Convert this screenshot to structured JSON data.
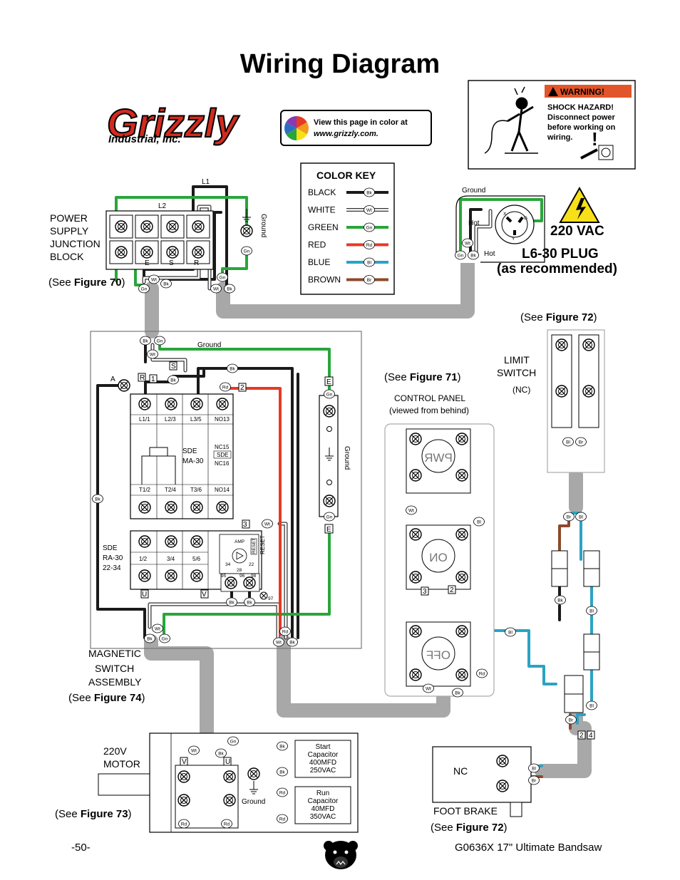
{
  "page": {
    "title": "Wiring Diagram",
    "page_number": "-50-",
    "footer_model": "G0636X 17\" Ultimate Bandsaw"
  },
  "logo": {
    "brand": "Grizzly",
    "sub": "Industrial, Inc."
  },
  "color_note": {
    "line1": "View this page in color at",
    "line2": "www.grizzly.com."
  },
  "warning": {
    "header": "WARNING!",
    "lines": [
      "SHOCK HAZARD!",
      "Disconnect power",
      "before working on",
      "wiring."
    ]
  },
  "color_key": {
    "title": "COLOR KEY",
    "items": [
      {
        "name": "BLACK",
        "abbr": "Bk",
        "color": "#1a1a1a"
      },
      {
        "name": "WHITE",
        "abbr": "Wt",
        "color": "#ffffff"
      },
      {
        "name": "GREEN",
        "abbr": "Gn",
        "color": "#2aa53a"
      },
      {
        "name": "RED",
        "abbr": "Rd",
        "color": "#e63a24"
      },
      {
        "name": "BLUE",
        "abbr": "Bl",
        "color": "#2aa3c4"
      },
      {
        "name": "BROWN",
        "abbr": "Br",
        "color": "#8b4a2b"
      }
    ]
  },
  "junction": {
    "title_lines": [
      "POWER",
      "SUPPLY",
      "JUNCTION",
      "BLOCK"
    ],
    "see": "See ",
    "figure": "Figure 70",
    "L1": "L1",
    "L2": "L2",
    "E": "E",
    "S": "S",
    "R": "R",
    "ground": "Ground"
  },
  "plug": {
    "voltage": "220 VAC",
    "name": "L6-30 PLUG",
    "note": "(as recommended)",
    "ground": "Ground",
    "hot1": "Hot",
    "hot2": "Hot",
    "pins": [
      "X",
      "G",
      "Y"
    ]
  },
  "magnetic": {
    "title_lines": [
      "MAGNETIC",
      "SWITCH",
      "ASSEMBLY"
    ],
    "see": "See ",
    "figure": "Figure 74",
    "ground": "Ground",
    "A": "A",
    "R": "R",
    "S": "S",
    "one": "1",
    "two": "2",
    "three": "3",
    "contactor_top": [
      "L1/1",
      "L2/3",
      "L3/5",
      "NO13"
    ],
    "contactor_bottom": [
      "T1/2",
      "T2/4",
      "T3/6",
      "NO14"
    ],
    "contactor_model": [
      "SDE",
      "MA-30"
    ],
    "nc15": "NC15",
    "sde": "SDE",
    "nc16": "NC16",
    "relay_model": [
      "SDE",
      "RA-30",
      "22-34"
    ],
    "relay_terms": [
      "1/2",
      "3/4",
      "5/6"
    ],
    "amp": "AMP",
    "amp_low": "34",
    "amp_high": "22",
    "amp_mid": "28",
    "reset": "RESET",
    "reset_btn": "RESET",
    "U": "U",
    "V": "V",
    "E": "E",
    "strip_ground": "Ground",
    "t95": "95",
    "t96": "96",
    "t97": "97",
    "t98": "98"
  },
  "control": {
    "see": "See ",
    "figure": "Figure 71",
    "title_lines": [
      "CONTROL PANEL",
      "(viewed from behind)"
    ],
    "buttons": [
      "PWR",
      "ON",
      "OFF"
    ],
    "three": "3",
    "two": "2"
  },
  "limit": {
    "see": "See ",
    "figure": "Figure 72",
    "title_lines": [
      "LIMIT",
      "SWITCH"
    ],
    "nc": "(NC)"
  },
  "motor": {
    "title_lines": [
      "220V",
      "MOTOR"
    ],
    "see": "See ",
    "figure": "Figure 73",
    "V": "V",
    "U": "U",
    "ground": "Ground",
    "start_cap": [
      "Start",
      "Capacitor",
      "400MFD",
      "250VAC"
    ],
    "run_cap": [
      "Run",
      "Capacitor",
      "40MFD",
      "350VAC"
    ]
  },
  "brake": {
    "nc": "NC",
    "title": "FOOT BRAKE",
    "see": "See ",
    "figure": "Figure 72",
    "two": "2",
    "four": "4"
  }
}
